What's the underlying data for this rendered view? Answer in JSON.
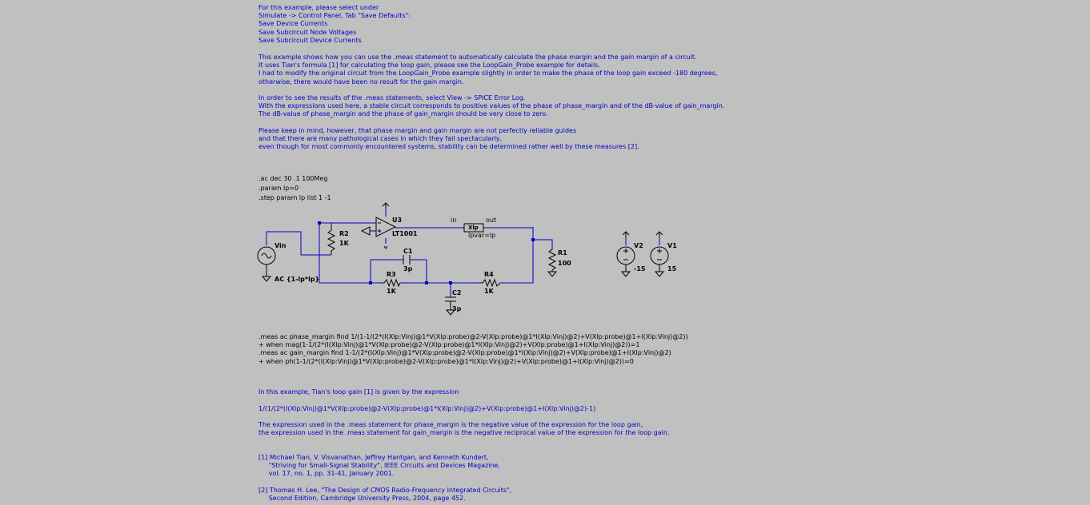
{
  "instructions": "For this example, please select under\nSimulate -> Control Panel, Tab \"Save Defaults\":\nSave Device Currents\nSave Subcircuit Node Voltages\nSave Subcircuit Device Currents",
  "description": "This example shows how you can use the .meas statement to automatically calculate the phase margin and the gain margin of a circuit.\nIt uses Tian's formula [1] for calculating the loop gain, please see the LoopGain_Probe example for details.\nI had to modify the original circuit from the LoopGain_Probe example slightly in order to make the phase of the loop gain exceed -180 degrees,\notherwise, there would have been no result for the gain margin.",
  "results_note": "In order to see the results of the .meas statements, select View -> SPICE Error Log.\nWith the expressions used here, a stable circuit corresponds to positive values of the phase of phase_margin and of the dB-value of gain_margin.\nThe dB-value of phase_margin and the phase of gain_margin should be very close to zero.",
  "caveat": "Please keep in mind, however, that phase margin and gain margin are not perfectly reliable guides\nand that there are many pathological cases in which they fail spectacularly,\neven though for most commonly encountered systems, stability can be determined rather well by these measures [2].",
  "directives": ".ac dec 30 .1 100Meg\n.param lp=0\n.step param lp list 1 -1",
  "meas": ".meas ac phase_margin find 1/(1-1/(2*(I(Xlp:Vinj)@1*V(Xlp:probe)@2-V(Xlp:probe)@1*I(Xlp:Vinj)@2)+V(Xlp:probe)@1+I(Xlp:Vinj)@2))\n+ when mag(1-1/(2*(I(Xlp:Vinj)@1*V(Xlp:probe)@2-V(Xlp:probe)@1*I(Xlp:Vinj)@2)+V(Xlp:probe)@1+I(Xlp:Vinj)@2))=1\n.meas ac gain_margin find 1-1/(2*(I(Xlp:Vinj)@1*V(Xlp:probe)@2-V(Xlp:probe)@1*I(Xlp:Vinj)@2)+V(Xlp:probe)@1+I(Xlp:Vinj)@2)\n+ when ph(1-1/(2*(I(Xlp:Vinj)@1*V(Xlp:probe)@2-V(Xlp:probe)@1*I(Xlp:Vinj)@2)+V(Xlp:probe)@1+I(Xlp:Vinj)@2))=0",
  "loop_gain_intro": "In this example, Tian's loop gain [1] is given by the expression",
  "loop_gain_expr": "1/(1/(2*(I(Xlp:Vinj)@1*V(Xlp:probe)@2-V(Xlp:probe)@1*I(Xlp:Vinj)@2)+V(Xlp:probe)@1+I(Xlp:Vinj)@2)-1)",
  "loop_gain_note": "The expression used in the .meas statement for phase_margin is the negative value of the expression for the loop gain,\nthe expression used in the .meas statement for gain_margin is the negative reciprocal value of the expression for the loop gain.",
  "ref1": "[1] Michael Tian, V. Visvanathan, Jeffrey Hantgan, and Kenneth Kundert,\n     \"Striving for Small-Signal Stability\", IEEE Circuits and Devices Magazine,\n     vol. 17, no. 1, pp. 31-41, January 2001.",
  "ref2": "[2] Thomas H. Lee, \"The Design of CMOS Radio-Frequency Integrated Circuits\",\n     Second Edition, Cambridge University Press, 2004, page 452.",
  "schematic": {
    "colors": {
      "wire": "#0000c8",
      "component": "#000000",
      "background": "#c0c0c0"
    },
    "labels": {
      "u3": "U3",
      "u3_model": "LT1001",
      "xlp": "Xlp",
      "xlp_param": "lpvar=lp",
      "net_in": "in",
      "net_out": "out",
      "r1": "R1",
      "r1_val": "100",
      "r2": "R2",
      "r2_val": "1K",
      "r3": "R3",
      "r3_val": "1K",
      "r4": "R4",
      "r4_val": "1K",
      "c1": "C1",
      "c1_val": "3p",
      "c2": "C2",
      "c2_val": "3p",
      "vin": "Vin",
      "vin_val": "AC {1-lp*lp}",
      "v1": "V1",
      "v1_val": "15",
      "v2": "V2",
      "v2_val": "-15"
    }
  }
}
